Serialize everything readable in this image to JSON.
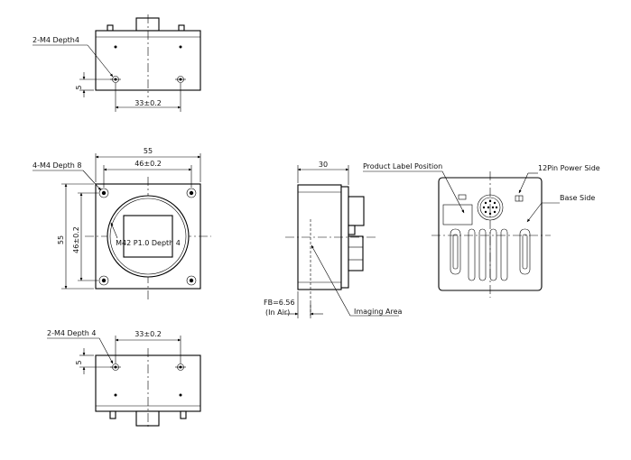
{
  "top_view": {
    "hole_label": "2-M4 Depth4",
    "depth_dim": "5",
    "spacing_dim": "33±0.2"
  },
  "front_view": {
    "width_dim": "55",
    "hole_spacing_dim": "46±0.2",
    "height_dim": "55",
    "vertical_spacing_dim": "46±0.2",
    "hole_label": "4-M4 Depth 8",
    "mount_label": "M42 P1.0 Depth 4"
  },
  "bottom_view": {
    "hole_label": "2-M4 Depth 4",
    "depth_dim": "5",
    "spacing_dim": "33±0.2"
  },
  "side_view": {
    "length_dim": "30",
    "flange_back_label": "FB=6.56",
    "flange_back_note": "(In Air)",
    "imaging_area_label": "Imaging Area"
  },
  "rear_view": {
    "product_label": "Product Label Position",
    "power_label": "12Pin Power Side",
    "base_label": "Base Side"
  }
}
